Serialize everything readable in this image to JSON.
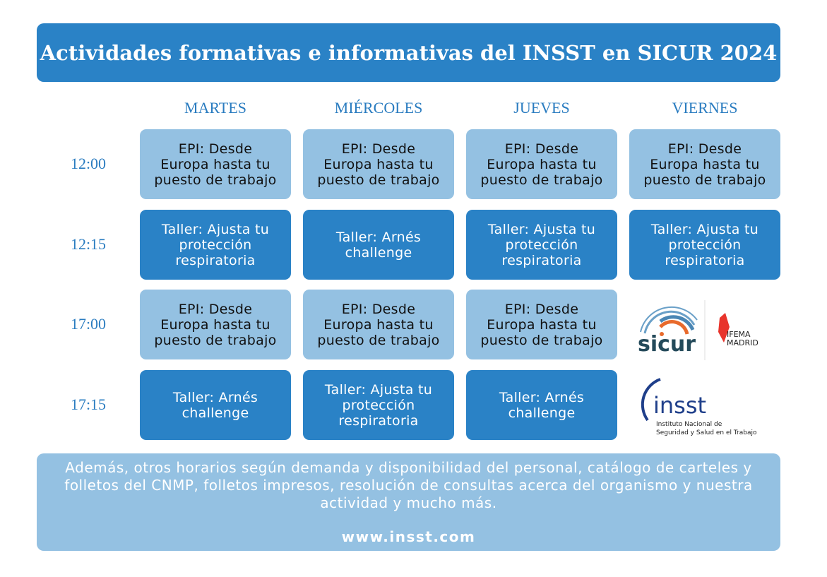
{
  "title": "Actividades formativas e informativas del INSST en SICUR 2024",
  "days": [
    "MARTES",
    "MIÉRCOLES",
    "JUEVES",
    "VIERNES"
  ],
  "times": [
    "12:00",
    "12:15",
    "17:00",
    "17:15"
  ],
  "rows": [
    [
      {
        "text": "EPI: Desde Europa hasta tu puesto de trabajo",
        "style": "light"
      },
      {
        "text": "EPI: Desde Europa hasta tu puesto de trabajo",
        "style": "light"
      },
      {
        "text": "EPI: Desde Europa hasta tu puesto de trabajo",
        "style": "light"
      },
      {
        "text": "EPI: Desde Europa hasta tu puesto de trabajo",
        "style": "light"
      }
    ],
    [
      {
        "text": "Taller: Ajusta tu protección respiratoria",
        "style": "dark"
      },
      {
        "text": "Taller: Arnés challenge",
        "style": "dark"
      },
      {
        "text": "Taller: Ajusta tu protección respiratoria",
        "style": "dark"
      },
      {
        "text": "Taller: Ajusta tu protección respiratoria",
        "style": "dark"
      }
    ],
    [
      {
        "text": "EPI: Desde Europa hasta tu puesto de trabajo",
        "style": "light"
      },
      {
        "text": "EPI: Desde Europa hasta tu puesto de trabajo",
        "style": "light"
      },
      {
        "text": "EPI: Desde Europa hasta tu puesto de trabajo",
        "style": "light"
      }
    ],
    [
      {
        "text": "Taller: Arnés challenge",
        "style": "dark"
      },
      {
        "text": "Taller: Ajusta tu protección respiratoria",
        "style": "dark"
      },
      {
        "text": "Taller: Arnés challenge",
        "style": "dark"
      }
    ]
  ],
  "logos": {
    "sicur": "sicur",
    "ifema_1": "IFEMA",
    "ifema_2": "MADRID",
    "insst": "insst",
    "insst_sub1": "Instituto Nacional de",
    "insst_sub2": "Seguridad y Salud en el Trabajo"
  },
  "footer": {
    "text": "Además, otros horarios según demanda y disponibilidad del personal, catálogo de carteles y folletos del CNMP, folletos impresos, resolución de consultas acerca del organismo y nuestra actividad y mucho más.",
    "url": "www.insst.com"
  },
  "colors": {
    "dark": "#2a82c6",
    "light": "#94c1e2"
  }
}
